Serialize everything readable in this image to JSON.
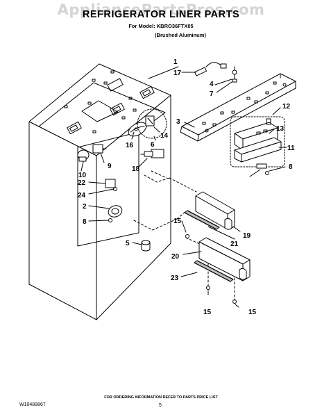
{
  "header": {
    "watermark": "AppliancePartsPros.com",
    "title": "REFRIGERATOR LINER PARTS",
    "model_line": "For Model: KBRO36FTX05",
    "finish_line": "(Brushed Aluminum)"
  },
  "footer": {
    "order_info": "FOR ORDERING INFORMATION REFER TO PARTS PRICE LIST",
    "doc_number": "W10489867",
    "page_number": "5"
  },
  "callouts": {
    "c1": "1",
    "c17": "17",
    "c4": "4",
    "c7": "7",
    "c3": "3",
    "c12": "12",
    "c13": "13",
    "c11": "11",
    "c8a": "8",
    "c14": "14",
    "c16": "16",
    "c6": "6",
    "c18": "18",
    "c9": "9",
    "c10": "10",
    "c22": "22",
    "c24": "24",
    "c2": "2",
    "c8b": "8",
    "c5": "5",
    "c15a": "15",
    "c21": "21",
    "c19": "19",
    "c20": "20",
    "c23": "23",
    "c15b": "15",
    "c15c": "15"
  }
}
